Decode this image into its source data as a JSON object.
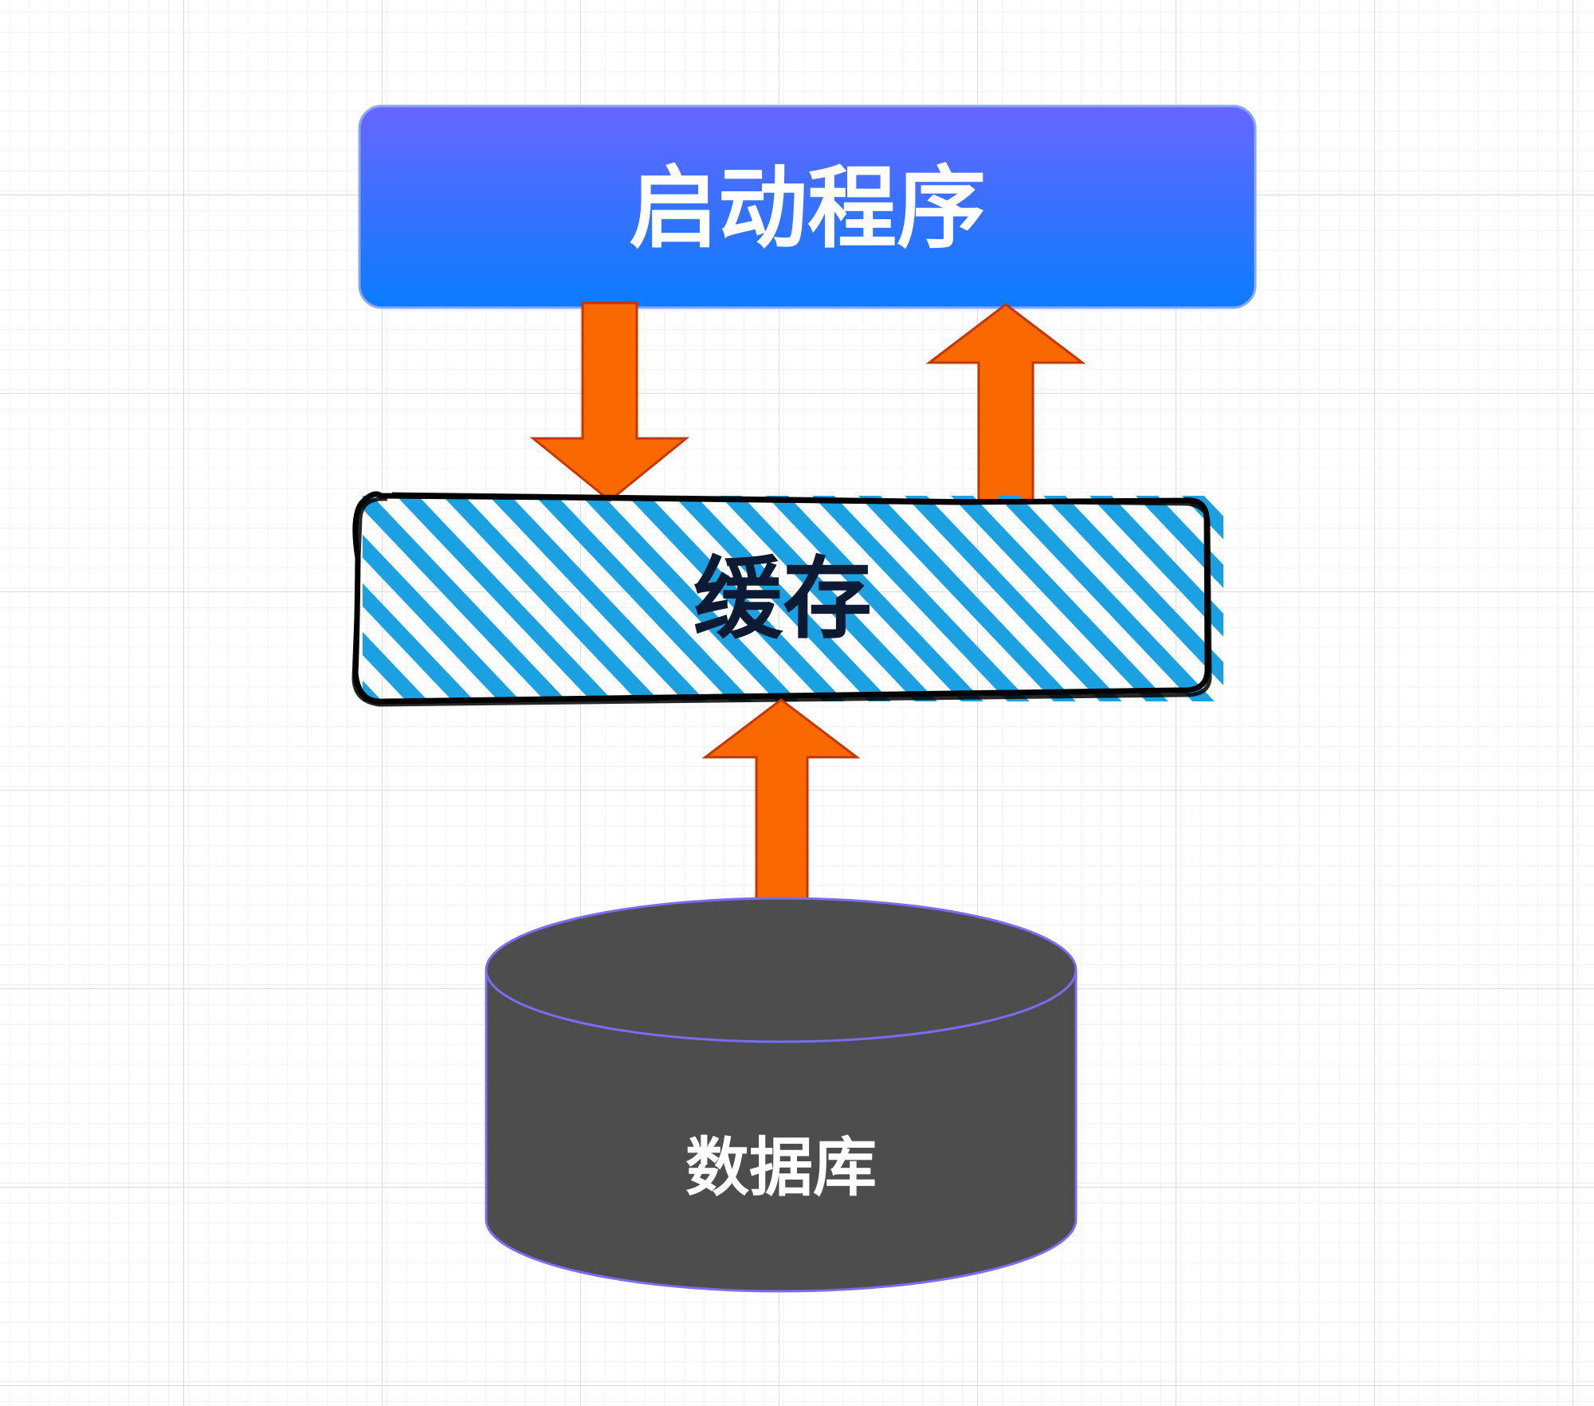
{
  "diagram": {
    "nodes": {
      "startup": {
        "label": "启动程序"
      },
      "cache": {
        "label": "缓存"
      },
      "database": {
        "label": "数据库"
      }
    },
    "edges": [
      {
        "from": "startup",
        "to": "cache"
      },
      {
        "from": "cache",
        "to": "startup"
      },
      {
        "from": "database",
        "to": "cache"
      }
    ]
  },
  "colors": {
    "grid_line": "#e6e6e6",
    "startup_top": "#6666ff",
    "startup_bottom": "#0a7cff",
    "cache_hatch": "#1ba1e2",
    "cache_border": "#000000",
    "cache_text": "#0d1a33",
    "arrow_fill": "#fa6800",
    "arrow_stroke": "#c73500",
    "db_fill": "#4d4d4d",
    "db_stroke": "#7b6cf6",
    "db_text": "#ffffff"
  }
}
